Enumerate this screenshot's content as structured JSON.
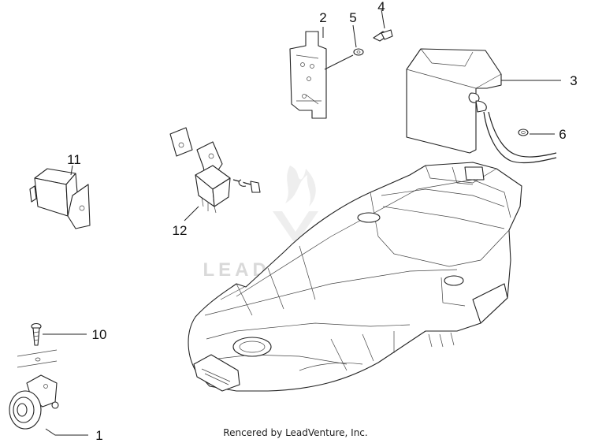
{
  "watermark": {
    "brand_text": "LEADVENTURE",
    "logo_icon": "leadventure-flame-v-logo"
  },
  "callouts": {
    "c1": "1",
    "c2": "2",
    "c3": "3",
    "c4": "4",
    "c5": "5",
    "c6": "6",
    "c10": "10",
    "c11": "11",
    "c12": "12"
  },
  "footer": {
    "credit": "Rencered by LeadVenture, Inc."
  }
}
